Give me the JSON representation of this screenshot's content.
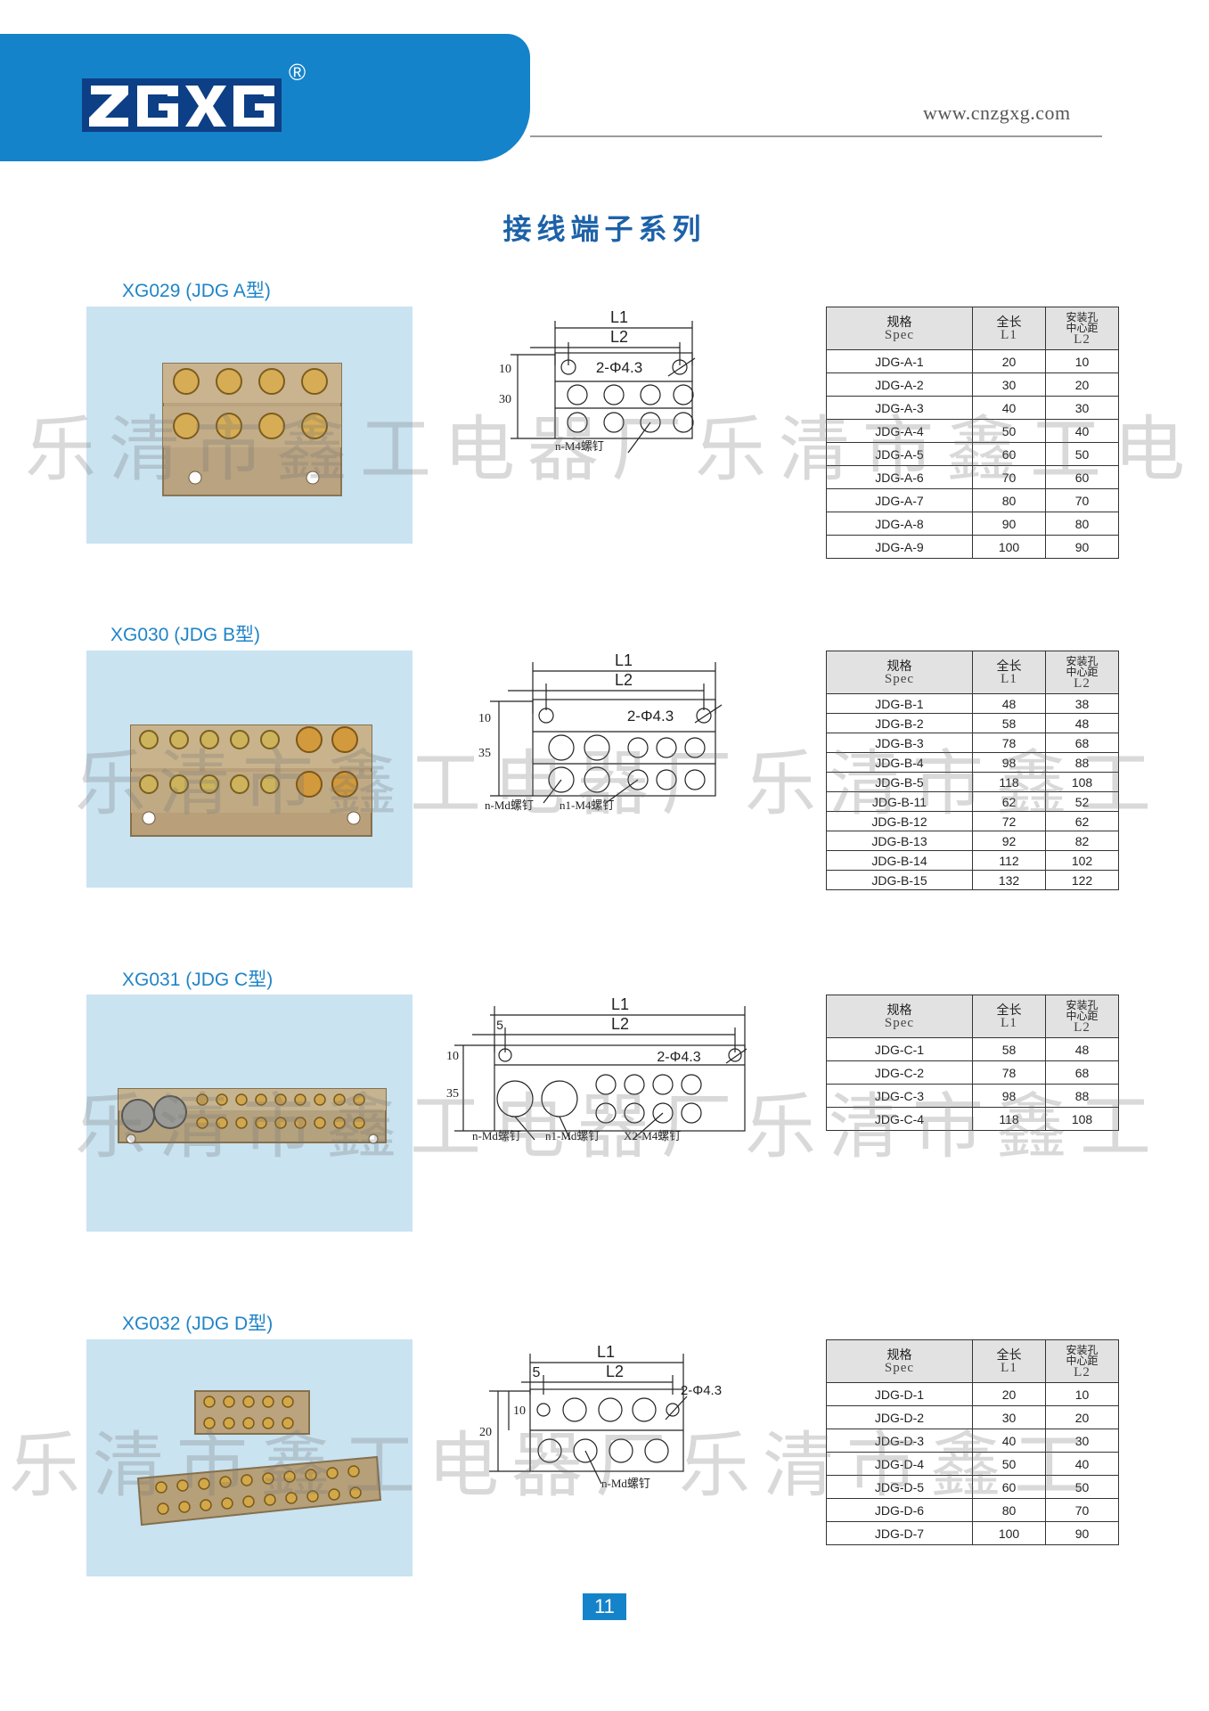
{
  "header": {
    "brand": "ZGXG",
    "registered_mark": "®",
    "website": "www.cnzgxg.com",
    "accent_color": "#1583c9"
  },
  "page_title": "接线端子系列",
  "watermark": {
    "text_long": "乐清市鑫工电器厂乐清市鑫工电",
    "text_short": "乐清市鑫工电器厂乐清市鑫工"
  },
  "table_headers": {
    "spec_cn": "规格",
    "spec_en": "Spec",
    "l1_cn": "全长",
    "l1_en": "L1",
    "l2_cn_1": "安装孔",
    "l2_cn_2": "中心距",
    "l2_en": "L2"
  },
  "sections": [
    {
      "label": "XG029  (JDG A型)",
      "drawing": {
        "l1": "L1",
        "l2": "L2",
        "hole": "2-Φ4.3",
        "dim_a": "10",
        "dim_b": "30",
        "note1": "n-M4螺钉"
      },
      "rows": [
        [
          "JDG-A-1",
          "20",
          "10"
        ],
        [
          "JDG-A-2",
          "30",
          "20"
        ],
        [
          "JDG-A-3",
          "40",
          "30"
        ],
        [
          "JDG-A-4",
          "50",
          "40"
        ],
        [
          "JDG-A-5",
          "60",
          "50"
        ],
        [
          "JDG-A-6",
          "70",
          "60"
        ],
        [
          "JDG-A-7",
          "80",
          "70"
        ],
        [
          "JDG-A-8",
          "90",
          "80"
        ],
        [
          "JDG-A-9",
          "100",
          "90"
        ]
      ]
    },
    {
      "label": "XG030  (JDG  B型)",
      "drawing": {
        "l1": "L1",
        "l2": "L2",
        "hole": "2-Φ4.3",
        "dim_a": "10",
        "dim_b": "35",
        "note1": "n-Md螺钉",
        "note2": "n1-M4螺钉"
      },
      "rows": [
        [
          "JDG-B-1",
          "48",
          "38"
        ],
        [
          "JDG-B-2",
          "58",
          "48"
        ],
        [
          "JDG-B-3",
          "78",
          "68"
        ],
        [
          "JDG-B-4",
          "98",
          "88"
        ],
        [
          "JDG-B-5",
          "118",
          "108"
        ],
        [
          "JDG-B-11",
          "62",
          "52"
        ],
        [
          "JDG-B-12",
          "72",
          "62"
        ],
        [
          "JDG-B-13",
          "92",
          "82"
        ],
        [
          "JDG-B-14",
          "112",
          "102"
        ],
        [
          "JDG-B-15",
          "132",
          "122"
        ]
      ]
    },
    {
      "label": "XG031  (JDG C型)",
      "drawing": {
        "l1": "L1",
        "l2": "L2",
        "hole": "2-Φ4.3",
        "dim_a": "10",
        "dim_b": "35",
        "dim_c": "5",
        "note1": "n-Md螺钉",
        "note2": "n1-Md螺钉",
        "note3": "X2-M4螺钉"
      },
      "rows": [
        [
          "JDG-C-1",
          "58",
          "48"
        ],
        [
          "JDG-C-2",
          "78",
          "68"
        ],
        [
          "JDG-C-3",
          "98",
          "88"
        ],
        [
          "JDG-C-4",
          "118",
          "108"
        ]
      ]
    },
    {
      "label": "XG032  (JDG  D型)",
      "drawing": {
        "l1": "L1",
        "l2": "L2",
        "hole": "2-Φ4.3",
        "dim_a": "10",
        "dim_b": "20",
        "dim_c": "5",
        "note1": "n-Md螺钉"
      },
      "rows": [
        [
          "JDG-D-1",
          "20",
          "10"
        ],
        [
          "JDG-D-2",
          "30",
          "20"
        ],
        [
          "JDG-D-3",
          "40",
          "30"
        ],
        [
          "JDG-D-4",
          "50",
          "40"
        ],
        [
          "JDG-D-5",
          "60",
          "50"
        ],
        [
          "JDG-D-6",
          "80",
          "70"
        ],
        [
          "JDG-D-7",
          "100",
          "90"
        ]
      ]
    }
  ],
  "page_number": "11"
}
